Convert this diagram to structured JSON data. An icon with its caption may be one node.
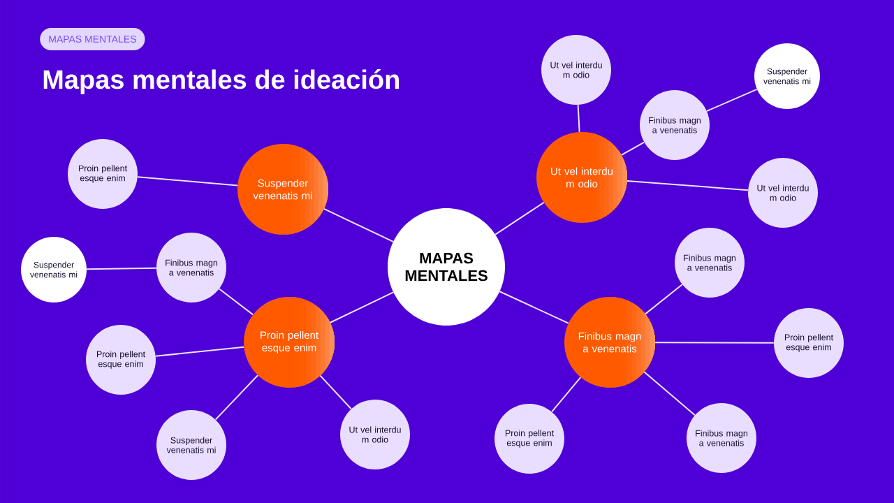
{
  "diagram": {
    "title": "Mapas mentales de ideación",
    "nodes": [
      {
        "text": [
          "MAPAS MENTALES"
        ]
      },
      {
        "text": [
          "Suspender venenatis mi"
        ]
      },
      {
        "text": [
          "Proin pellent esque enim"
        ]
      },
      {
        "text": [
          "Ut vel interdu m odio"
        ]
      },
      {
        "text": [
          "Ut vel interdu m odio"
        ]
      },
      {
        "text": [
          "Finibus magn a venenatis"
        ]
      },
      {
        "text": [
          "Suspender venenatis mi"
        ]
      },
      {
        "text": [
          "Ut vel interdu m odio"
        ]
      },
      {
        "text": [
          "Proin pellent esque enim"
        ]
      },
      {
        "text": [
          "Finibus magn a venenatis"
        ]
      },
      {
        "text": [
          "Suspender venenatis mi"
        ]
      },
      {
        "text": [
          "Proin pellent esque enim"
        ]
      },
      {
        "text": [
          "Suspender venenatis mi"
        ]
      },
      {
        "text": [
          "Ut vel interdu m odio"
        ]
      },
      {
        "text": [
          "Finibus magn a venenatis"
        ]
      },
      {
        "text": [
          "Finibus magn a venenatis"
        ]
      },
      {
        "text": [
          "Proin pellent esque enim"
        ]
      },
      {
        "text": [
          "Proin pellent esque enim"
        ]
      },
      {
        "text": [
          "Finibus magn a venenatis"
        ]
      }
    ],
    "edges": [
      {
        "from": 0,
        "to": 1,
        "arrow": "none"
      },
      {
        "from": 1,
        "to": 2,
        "arrow": "none"
      },
      {
        "from": 0,
        "to": 3,
        "arrow": "none"
      },
      {
        "from": 3,
        "to": 4,
        "arrow": "none"
      },
      {
        "from": 3,
        "to": 5,
        "arrow": "none"
      },
      {
        "from": 5,
        "to": 6,
        "arrow": "none"
      },
      {
        "from": 3,
        "to": 7,
        "arrow": "none"
      },
      {
        "from": 0,
        "to": 8,
        "arrow": "none"
      },
      {
        "from": 8,
        "to": 9,
        "arrow": "none"
      },
      {
        "from": 9,
        "to": 10,
        "arrow": "none"
      },
      {
        "from": 8,
        "to": 11,
        "arrow": "none"
      },
      {
        "from": 8,
        "to": 12,
        "arrow": "none"
      },
      {
        "from": 8,
        "to": 13,
        "arrow": "none"
      },
      {
        "from": 0,
        "to": 14,
        "arrow": "none"
      },
      {
        "from": 14,
        "to": 15,
        "arrow": "none"
      },
      {
        "from": 14,
        "to": 16,
        "arrow": "none"
      },
      {
        "from": 14,
        "to": 17,
        "arrow": "none"
      },
      {
        "from": 14,
        "to": 18,
        "arrow": "none"
      }
    ],
    "labels": [
      "MAPAS MENTALES"
    ]
  }
}
